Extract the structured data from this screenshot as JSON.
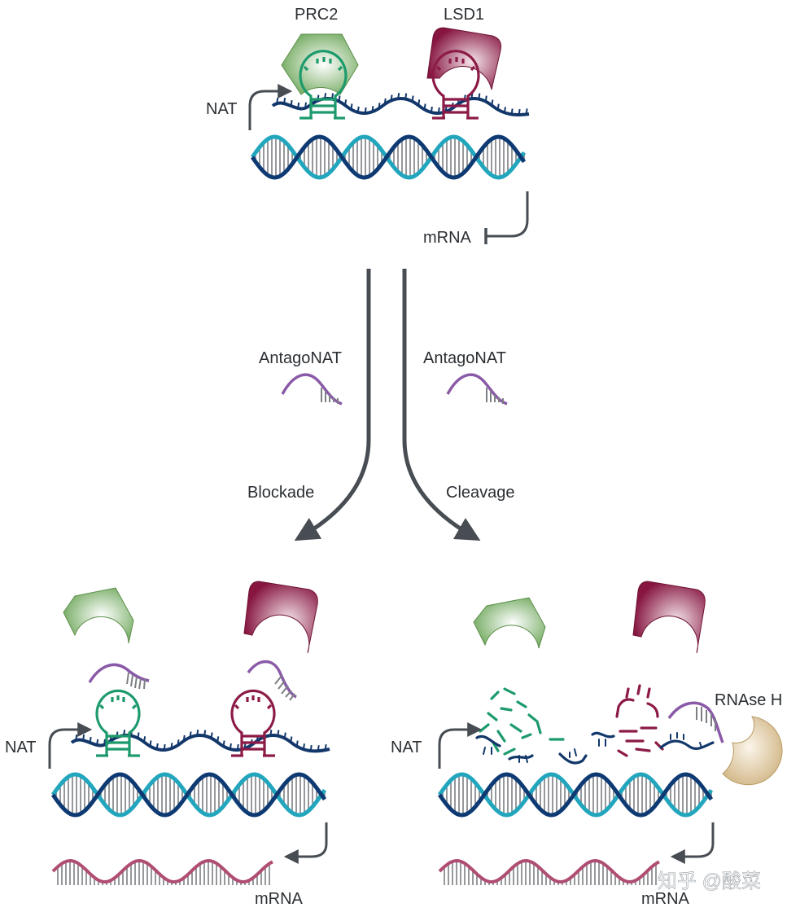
{
  "labels": {
    "prc2": "PRC2",
    "lsd1": "LSD1",
    "nat_top": "NAT",
    "mrna_top": "mRNA",
    "antagonat_left": "AntagoNAT",
    "antagonat_right": "AntagoNAT",
    "blockade": "Blockade",
    "cleavage": "Cleavage",
    "nat_bottom_left": "NAT",
    "nat_bottom_right": "NAT",
    "rnase_h": "RNAse H",
    "mrna_bottom_left": "mRNA",
    "mrna_bottom_right": "mRNA",
    "watermark": "知乎 @酸菜"
  },
  "colors": {
    "dna_dark": "#0e3a73",
    "dna_light": "#22a6bd",
    "nat_strand": "#12376a",
    "rung": "#7b7f83",
    "prc2_green": "#7fb36a",
    "lsd1_maroon": "#8a1840",
    "hairpin_green": "#1c9a6c",
    "hairpin_maroon": "#8c1a47",
    "antagonat_purple": "#8a5aa8",
    "mrna_pink": "#b04d72",
    "rnase_tan": "#d9c39a",
    "arrow_gray": "#474d53"
  }
}
